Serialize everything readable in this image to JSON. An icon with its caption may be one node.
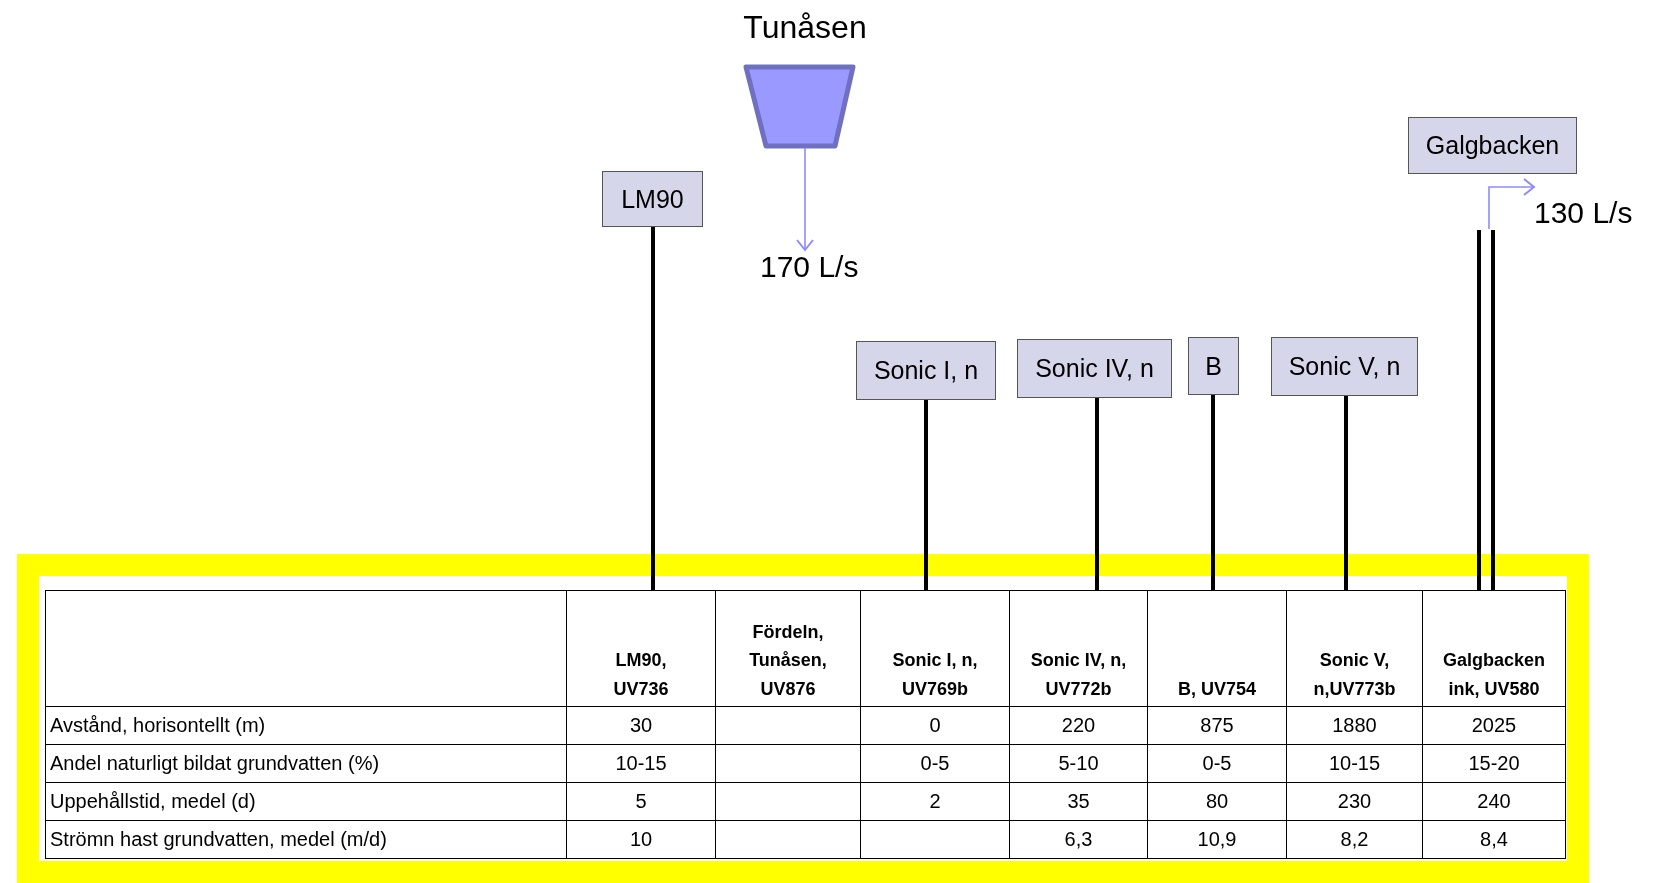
{
  "diagram": {
    "nodes": [
      {
        "text": [
          "Tunåsen"
        ]
      },
      {
        "text": [
          "LM90"
        ]
      },
      {
        "text": [
          "Galgbacken"
        ]
      },
      {
        "text": [
          "Sonic I, n"
        ]
      },
      {
        "text": [
          "Sonic IV, n"
        ]
      },
      {
        "text": [
          "B"
        ]
      },
      {
        "text": [
          "Sonic V, n"
        ]
      },
      {
        "text": [
          "170 L/s"
        ]
      },
      {
        "text": [
          "130 L/s"
        ]
      }
    ],
    "edges": [
      {
        "from": 0,
        "to": 7,
        "arrow": "to"
      },
      {
        "from": null,
        "to": 8,
        "arrow": "to"
      }
    ],
    "labels": [
      "LM90, UV736",
      "Fördeln, Tunåsen, UV876",
      "Sonic I, n, UV769b",
      "Sonic IV, n, UV772b",
      "B, UV754",
      "Sonic V, n,UV773b",
      "Galgbacken ink, UV580",
      "Avstånd, horisontellt (m)",
      "30",
      "0",
      "220",
      "875",
      "1880",
      "2025",
      "Andel naturligt bildat grundvatten (%)",
      "10-15",
      "0-5",
      "5-10",
      "0-5",
      "10-15",
      "15-20",
      "Uppehållstid, medel (d)",
      "5",
      "2",
      "35",
      "80",
      "230",
      "240",
      "Strömn hast grundvatten, medel (m/d)",
      "10",
      "6,3",
      "10,9",
      "8,2",
      "8,4"
    ]
  }
}
